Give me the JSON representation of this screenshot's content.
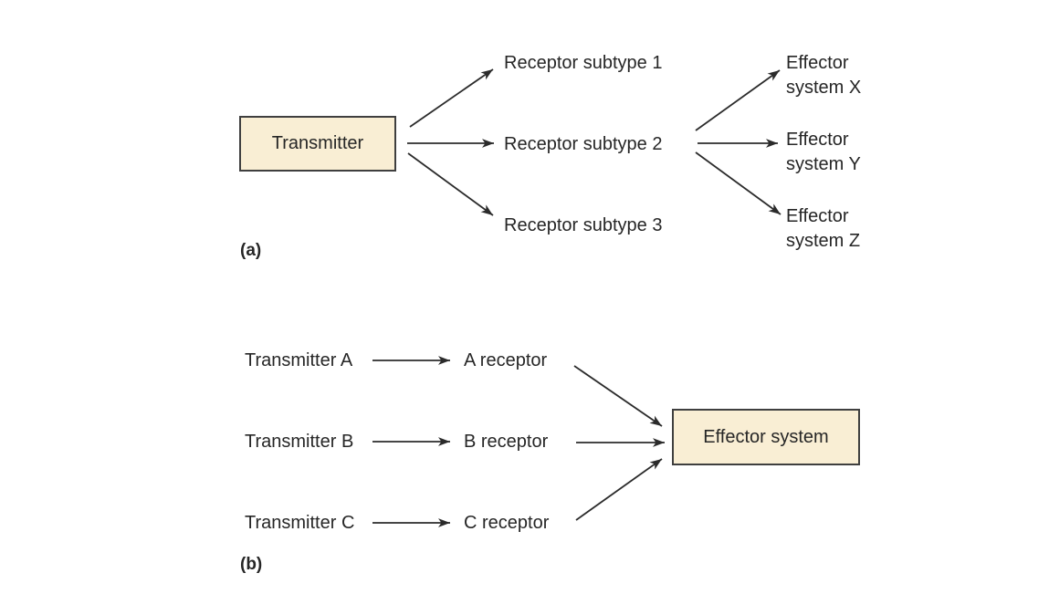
{
  "figure": {
    "panel_a": {
      "label": "(a)",
      "transmitter_box": "Transmitter",
      "receptors": [
        "Receptor subtype 1",
        "Receptor subtype 2",
        "Receptor subtype 3"
      ],
      "effectors": [
        [
          "Effector",
          "system X"
        ],
        [
          "Effector",
          "system Y"
        ],
        [
          "Effector",
          "system Z"
        ]
      ]
    },
    "panel_b": {
      "label": "(b)",
      "rows": [
        {
          "transmitter": "Transmitter A",
          "receptor": "A receptor"
        },
        {
          "transmitter": "Transmitter B",
          "receptor": "B receptor"
        },
        {
          "transmitter": "Transmitter C",
          "receptor": "C receptor"
        }
      ],
      "effector_box": "Effector system"
    },
    "colors": {
      "box_fill": "#f9eed4",
      "box_border": "#3f3f3f",
      "arrow": "#2b2b2b",
      "text": "#262626",
      "background": "#ffffff"
    }
  }
}
